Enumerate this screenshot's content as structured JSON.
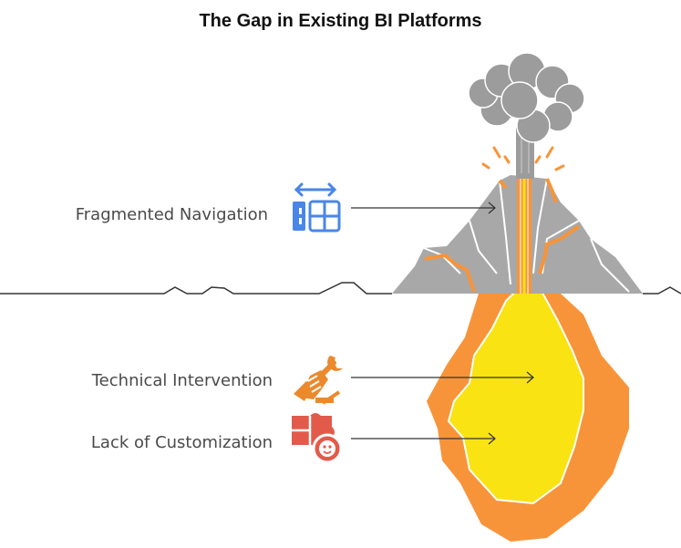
{
  "title": "The Gap in Existing BI Platforms",
  "items": [
    {
      "label": "Fragmented Navigation",
      "icon": "table-arrows-icon",
      "color": "#4a86e8"
    },
    {
      "label": "Technical Intervention",
      "icon": "wrench-hand-icon",
      "color": "#ea8a2d"
    },
    {
      "label": "Lack of Customization",
      "icon": "puzzle-face-icon",
      "color": "#e25b4a"
    }
  ],
  "colors": {
    "smoke": "#9c9c9c",
    "mountain": "#a8a8a8",
    "lava": "#f7943a",
    "magma": "#f9e312",
    "ground_line": "#333333"
  }
}
